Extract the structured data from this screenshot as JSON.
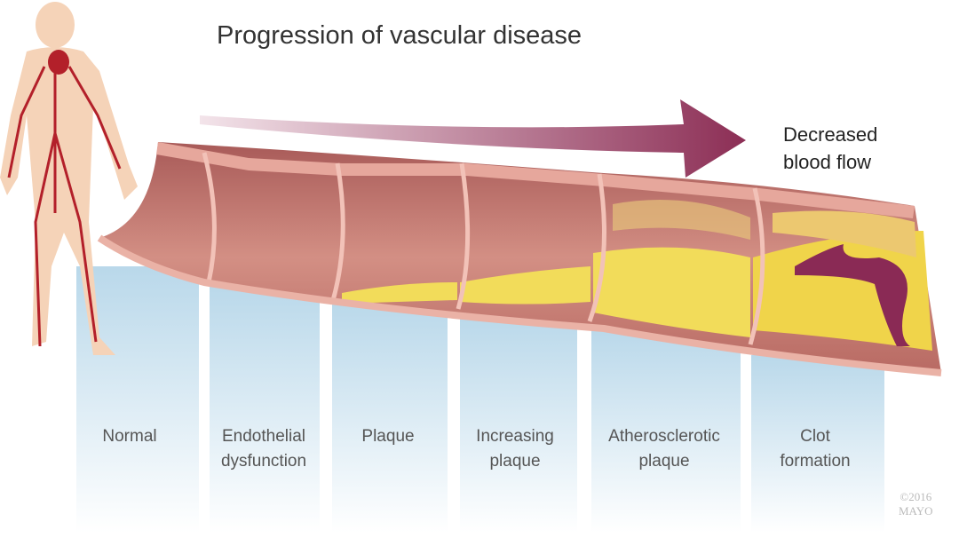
{
  "title": "Progression of vascular disease",
  "arrow_caption": [
    "Decreased",
    "blood flow"
  ],
  "stages": [
    {
      "line1": "Normal",
      "line2": ""
    },
    {
      "line1": "Endothelial",
      "line2": "dysfunction"
    },
    {
      "line1": "Plaque",
      "line2": ""
    },
    {
      "line1": "Increasing",
      "line2": "plaque"
    },
    {
      "line1": "Atherosclerotic",
      "line2": "plaque"
    },
    {
      "line1": "Clot",
      "line2": "formation"
    }
  ],
  "copyright": [
    "©2016",
    "MAYO"
  ],
  "colors": {
    "artery": "#c97a72",
    "artery_edge": "#e6a79c",
    "plaque": "#f2dc5a",
    "arrow": "#8c2e55",
    "column": "#c7e0ee"
  }
}
